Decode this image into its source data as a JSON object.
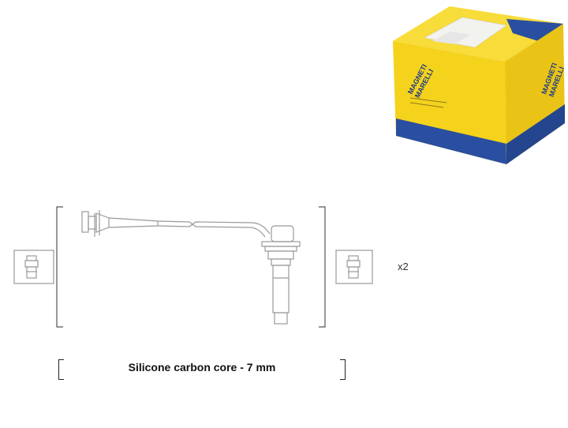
{
  "product_box": {
    "brand_logo_line1": "MAGNETI",
    "brand_logo_line2": "MARELLI",
    "colors": {
      "yellow": "#f5d21c",
      "blue": "#2a4fa0",
      "label_white": "#f2f2ee"
    }
  },
  "diagram": {
    "quantity_label": "x2",
    "colors": {
      "line": "#999999",
      "bracket": "#555555"
    }
  },
  "spec": {
    "text": "Silicone carbon core - 7 mm"
  }
}
